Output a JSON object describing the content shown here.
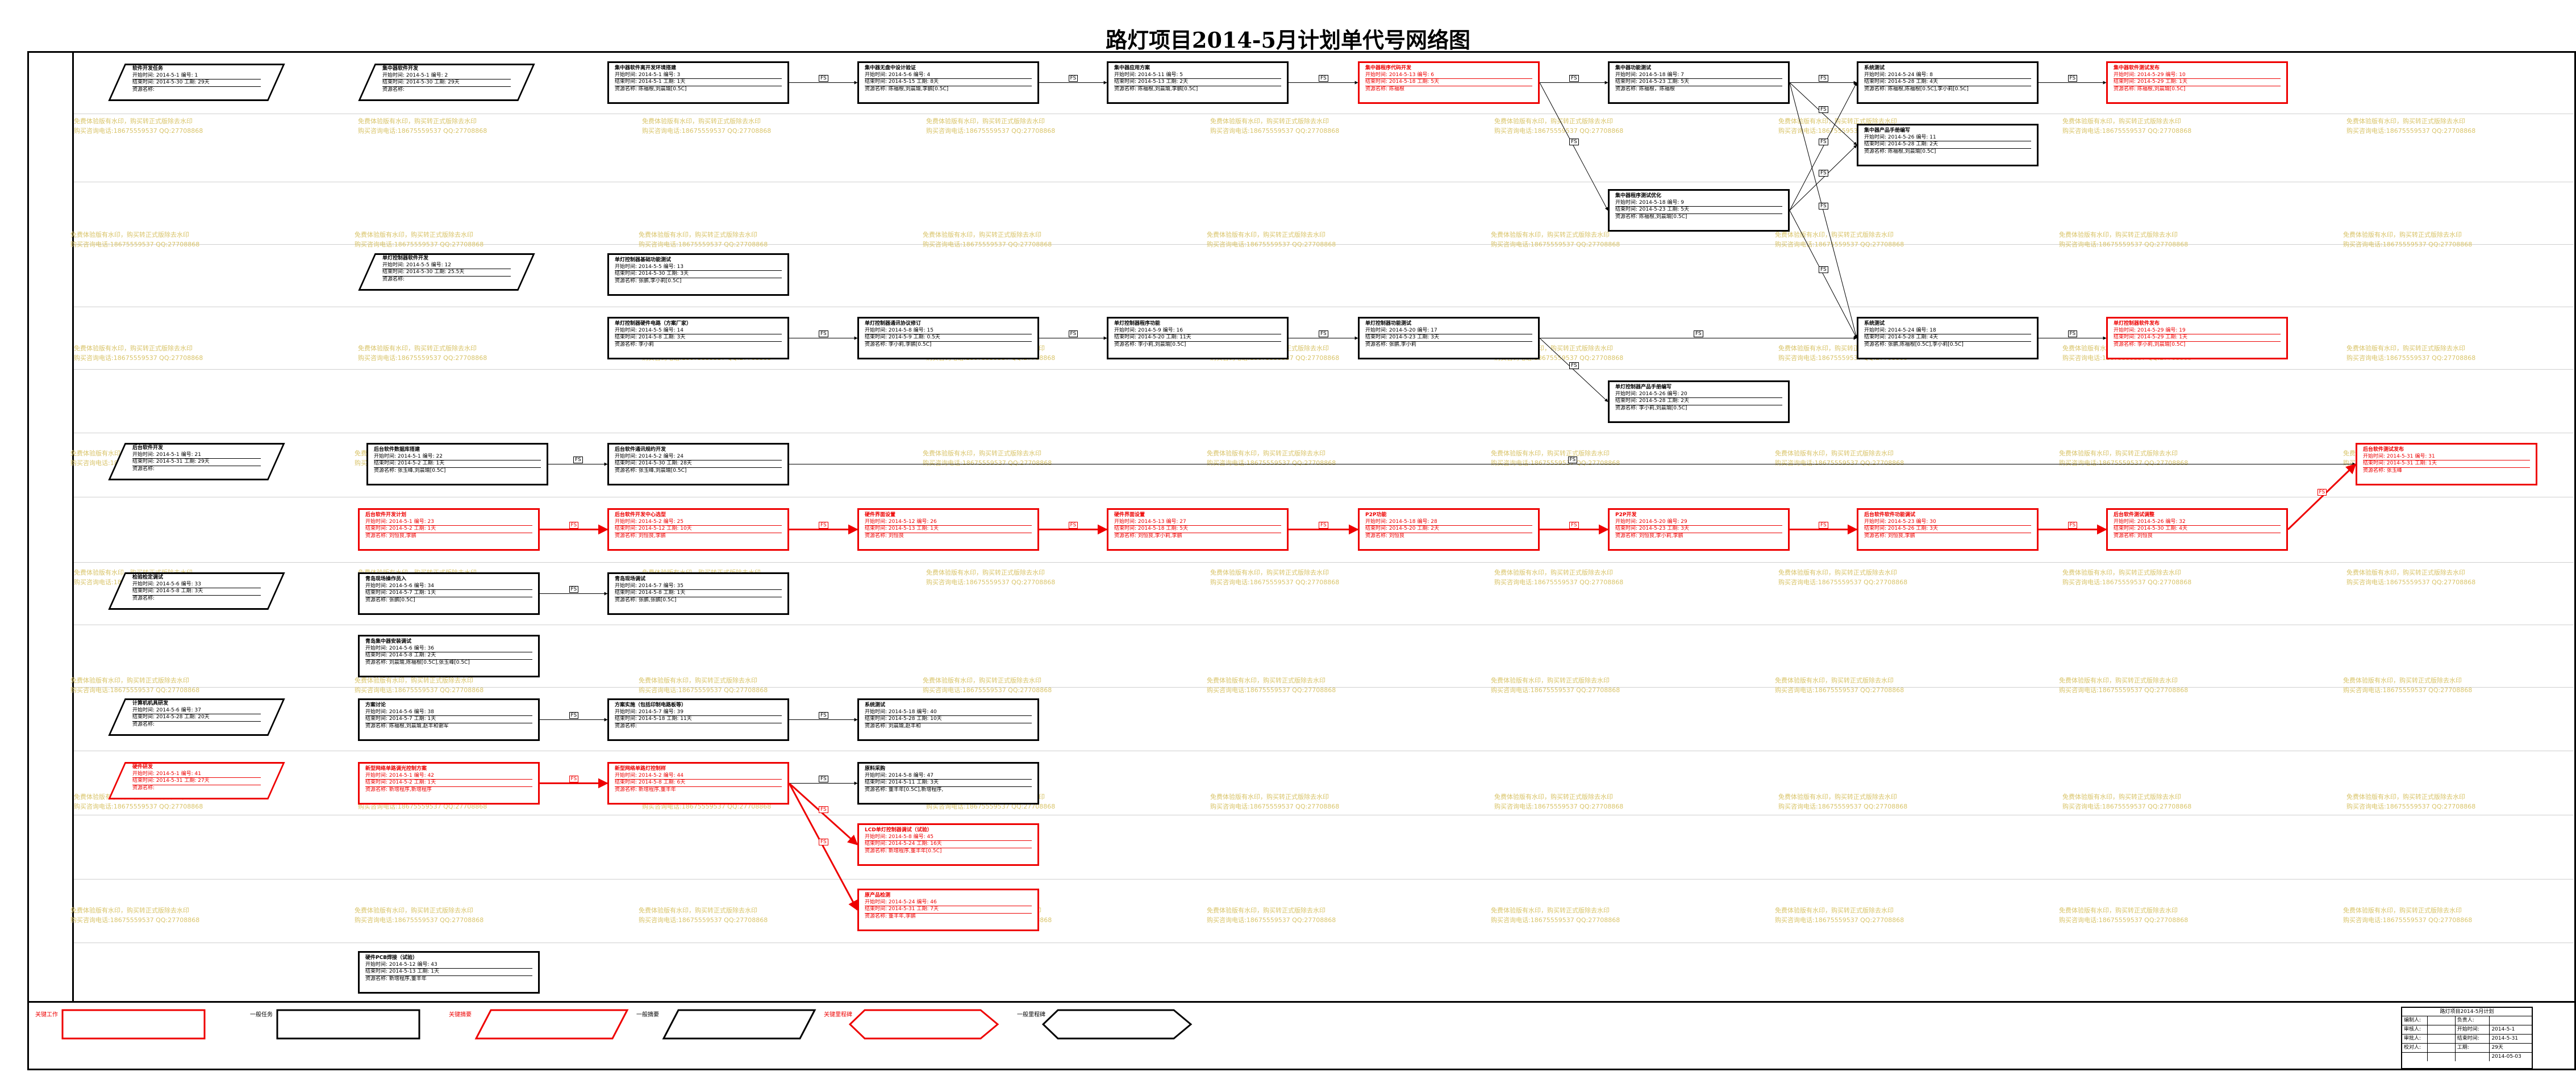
{
  "title": "路灯项目2014-5月计划单代号网络图",
  "watermark": [
    "免费体验版有水印，购买转正式版除去水印",
    "购买咨询电话:18675559537 QQ:27708868"
  ],
  "labels": {
    "start": "开始时间:",
    "finish": "结束时间:",
    "id": "编号:",
    "duration": "工期:",
    "resource": "资源名称:"
  },
  "tasks": [
    {
      "name": "软件开发任务",
      "start": "2014-5-1",
      "finish": "2014-5-30",
      "id": "1",
      "duration": "29天",
      "res": "",
      "crit": false
    },
    {
      "name": "集中器软件开发",
      "start": "2014-5-1",
      "finish": "2014-5-30",
      "id": "2",
      "duration": "29天",
      "res": "",
      "crit": false
    },
    {
      "name": "集中器软件离开发环境搭建",
      "start": "2014-5-1",
      "finish": "2014-5-1",
      "id": "3",
      "duration": "1天",
      "res": "陈福根,刘晨瑜[0.5C]",
      "crit": false
    },
    {
      "name": "集中器无盘中设计验证",
      "start": "2014-5-6",
      "finish": "2014-5-15",
      "id": "4",
      "duration": "8天",
      "res": "陈福根,刘晨瑜,李鹏[0.5C]",
      "crit": false
    },
    {
      "name": "集中器应用方案",
      "start": "2014-5-11",
      "finish": "2014-5-13",
      "id": "5",
      "duration": "2天",
      "res": "陈福根,刘晨瑜,李鹏[0.5C]",
      "crit": false
    },
    {
      "name": "集中器程序代码开发",
      "start": "2014-5-13",
      "finish": "2014-5-18",
      "id": "6",
      "duration": "5天",
      "res": "陈福根",
      "crit": true
    },
    {
      "name": "集中器功能测试",
      "start": "2014-5-18",
      "finish": "2014-5-23",
      "id": "7",
      "duration": "5天",
      "res": "陈福根，陈福根",
      "crit": false
    },
    {
      "name": "系统测试",
      "start": "2014-5-24",
      "finish": "2014-5-28",
      "id": "8",
      "duration": "4天",
      "res": "陈福根,陈福根[0.5C],李小莉[0.5C]",
      "crit": false
    },
    {
      "name": "集中器软件测试发布",
      "start": "2014-5-29",
      "finish": "2014-5-29",
      "id": "10",
      "duration": "1天",
      "res": "陈福根,刘晨瑜[0.5C]",
      "crit": true
    },
    {
      "name": "集中器产品手册编写",
      "start": "2014-5-26",
      "finish": "2014-5-28",
      "id": "11",
      "duration": "2天",
      "res": "陈福根,刘晨瑜[0.5C]",
      "crit": false
    },
    {
      "name": "集中器程序测试优化",
      "start": "2014-5-18",
      "finish": "2014-5-23",
      "id": "9",
      "duration": "5天",
      "res": "陈福根,刘晨瑜[0.5C]",
      "crit": false
    },
    {
      "name": "单灯控制器软件开发",
      "start": "2014-5-5",
      "finish": "2014-5-30",
      "id": "12",
      "duration": "25.5天",
      "res": "",
      "crit": false
    },
    {
      "name": "单灯控制器基础功能测试",
      "start": "2014-5-5",
      "finish": "2014-5-30",
      "id": "13",
      "duration": "3天",
      "res": "张鹏,李小莉[0.5C]",
      "crit": false
    },
    {
      "name": "单灯控制器硬件电路（方案厂家）",
      "start": "2014-5-5",
      "finish": "2014-5-8",
      "id": "14",
      "duration": "3天",
      "res": "李小莉",
      "crit": false
    },
    {
      "name": "单灯控制器通讯协议修订",
      "start": "2014-5-8",
      "finish": "2014-5-9",
      "id": "15",
      "duration": "0.5天",
      "res": "李小莉,李鹏[0.5C]",
      "crit": false
    },
    {
      "name": "单灯控制器程序功能",
      "start": "2014-5-9",
      "finish": "2014-5-20",
      "id": "16",
      "duration": "11天",
      "res": "李小莉,刘晨瑜[0.5C]",
      "crit": false
    },
    {
      "name": "单灯控制器功能测试",
      "start": "2014-5-20",
      "finish": "2014-5-23",
      "id": "17",
      "duration": "3天",
      "res": "张鹏,李小莉",
      "crit": false
    },
    {
      "name": "系统测试",
      "start": "2014-5-24",
      "finish": "2014-5-28",
      "id": "18",
      "duration": "4天",
      "res": "张鹏,陈福根[0.5C],李小莉[0.5C]",
      "crit": false
    },
    {
      "name": "单灯控制器软件发布",
      "start": "2014-5-29",
      "finish": "2014-5-29",
      "id": "19",
      "duration": "1天",
      "res": "李小莉,刘晨瑜[0.5C]",
      "crit": true
    },
    {
      "name": "单灯控制器产品手册编写",
      "start": "2014-5-26",
      "finish": "2014-5-28",
      "id": "20",
      "duration": "2天",
      "res": "李小莉,刘晨瑜[0.5C]",
      "crit": false
    },
    {
      "name": "后台软件开发",
      "start": "2014-5-1",
      "finish": "2014-5-31",
      "id": "21",
      "duration": "29天",
      "res": "",
      "crit": false
    },
    {
      "name": "后台软件数据库搭建",
      "start": "2014-5-1",
      "finish": "2014-5-2",
      "id": "22",
      "duration": "1天",
      "res": "张玉峰,刘晨瑜[0.5C]",
      "crit": false
    },
    {
      "name": "后台软件通讯规约开发",
      "start": "2014-5-2",
      "finish": "2014-5-30",
      "id": "24",
      "duration": "28天",
      "res": "张玉峰,刘晨瑜[0.5C]",
      "crit": false
    },
    {
      "name": "后台软件测试发布",
      "start": "2014-5-31",
      "finish": "2014-5-31",
      "id": "31",
      "duration": "1天",
      "res": "张玉峰",
      "crit": true
    },
    {
      "name": "后台软件开发计划",
      "start": "2014-5-1",
      "finish": "2014-5-2",
      "id": "23",
      "duration": "1天",
      "res": "刘恒良,李鹏",
      "crit": true
    },
    {
      "name": "后台软件开发中心选型",
      "start": "2014-5-2",
      "finish": "2014-5-12",
      "id": "25",
      "duration": "10天",
      "res": "刘恒良,李鹏",
      "crit": true
    },
    {
      "name": "硬件界面设置",
      "start": "2014-5-12",
      "finish": "2014-5-13",
      "id": "26",
      "duration": "1天",
      "res": "刘恒良",
      "crit": true
    },
    {
      "name": "硬件界面设置",
      "start": "2014-5-13",
      "finish": "2014-5-18",
      "id": "27",
      "duration": "5天",
      "res": "刘恒良,李小莉,李鹏",
      "crit": true
    },
    {
      "name": "P2P功能",
      "start": "2014-5-18",
      "finish": "2014-5-20",
      "id": "28",
      "duration": "2天",
      "res": "刘恒良",
      "crit": true
    },
    {
      "name": "P2P开发",
      "start": "2014-5-20",
      "finish": "2014-5-23",
      "id": "29",
      "duration": "3天",
      "res": "刘恒良,李小莉,李鹏",
      "crit": true
    },
    {
      "name": "后台软件软件功能调试",
      "start": "2014-5-23",
      "finish": "2014-5-26",
      "id": "30",
      "duration": "3天",
      "res": "刘恒良,李鹏",
      "crit": true
    },
    {
      "name": "后台软件测试调整",
      "start": "2014-5-26",
      "finish": "2014-5-30",
      "id": "32",
      "duration": "4天",
      "res": "刘恒良",
      "crit": true
    },
    {
      "name": "检验检定调试",
      "start": "2014-5-6",
      "finish": "2014-5-8",
      "id": "33",
      "duration": "3天",
      "res": "",
      "crit": false
    },
    {
      "name": "青岛现场操作员入",
      "start": "2014-5-6",
      "finish": "2014-5-7",
      "id": "34",
      "duration": "1天",
      "res": "张鹏[0.5C]",
      "crit": false
    },
    {
      "name": "青岛现场调试",
      "start": "2014-5-7",
      "finish": "2014-5-8",
      "id": "35",
      "duration": "1天",
      "res": "张鹏,张鹏[0.5C]",
      "crit": false
    },
    {
      "name": "青岛集中器安装调试",
      "start": "2014-5-6",
      "finish": "2014-5-8",
      "id": "36",
      "duration": "2天",
      "res": "刘晨瑜,陈福根[0.5C],张玉峰[0.5C]",
      "crit": false
    },
    {
      "name": "计算机机具研发",
      "start": "2014-5-6",
      "finish": "2014-5-28",
      "id": "37",
      "duration": "20天",
      "res": "",
      "crit": false
    },
    {
      "name": "方案讨论",
      "start": "2014-5-6",
      "finish": "2014-5-7",
      "id": "38",
      "duration": "1天",
      "res": "陈福根,刘晨瑜,赵丰和谢军",
      "crit": false
    },
    {
      "name": "方案实施（包括印制电路板等）",
      "start": "2014-5-7",
      "finish": "2014-5-18",
      "id": "39",
      "duration": "11天",
      "res": "",
      "crit": false
    },
    {
      "name": "系统测试",
      "start": "2014-5-18",
      "finish": "2014-5-28",
      "id": "40",
      "duration": "10天",
      "res": "刘晨瑜,赵丰和",
      "crit": false
    },
    {
      "name": "硬件研发",
      "start": "2014-5-1",
      "finish": "2014-5-31",
      "id": "41",
      "duration": "27天",
      "res": "",
      "crit": true
    },
    {
      "name": "新型网络单路调光控制方案",
      "start": "2014-5-1",
      "finish": "2014-5-2",
      "id": "42",
      "duration": "1天",
      "res": "新增程序,新增程序",
      "crit": true
    },
    {
      "name": "新型网络单路灯控制样",
      "start": "2014-5-2",
      "finish": "2014-5-8",
      "id": "44",
      "duration": "6天",
      "res": "新增程序,董丰年",
      "crit": true
    },
    {
      "name": "原料采购",
      "start": "2014-5-8",
      "finish": "2014-5-11",
      "id": "47",
      "duration": "3天",
      "res": "董丰年[0.5C],新增程序,",
      "crit": false
    },
    {
      "name": "LCD单灯控制器调试（试验）",
      "start": "2014-5-8",
      "finish": "2014-5-24",
      "id": "45",
      "duration": "16天",
      "res": "新增程序,董丰年[0.5C]",
      "crit": true
    },
    {
      "name": "原产品检测",
      "start": "2014-5-24",
      "finish": "2014-5-31",
      "id": "46",
      "duration": "7天",
      "res": "董丰年,李鹏",
      "crit": true
    },
    {
      "name": "硬件PCB焊接（试验）",
      "start": "2014-5-12",
      "finish": "2014-5-13",
      "id": "43",
      "duration": "1天",
      "res": "新增程序,董丰年",
      "crit": false
    }
  ],
  "legend": [
    {
      "label": "关键工作",
      "crit": true
    },
    {
      "label": "一般任务",
      "crit": false
    },
    {
      "label": "关键摘要",
      "crit": true
    },
    {
      "label": "一般摘要",
      "crit": false
    },
    {
      "label": "关键里程碑",
      "crit": true
    },
    {
      "label": "一般里程碑",
      "crit": false
    }
  ],
  "info": {
    "top": "路灯项目2014-5月计划",
    "rows": [
      [
        "编制人:",
        "",
        "负责人:",
        ""
      ],
      [
        "审核人:",
        "",
        "开始时间:",
        "2014-5-1"
      ],
      [
        "审批人:",
        "",
        "结束时间:",
        "2014-5-31"
      ],
      [
        "校对人:",
        "",
        "工期:",
        "29天"
      ],
      [
        "",
        "",
        "",
        "2014-05-03"
      ]
    ]
  },
  "link_label": "FS"
}
